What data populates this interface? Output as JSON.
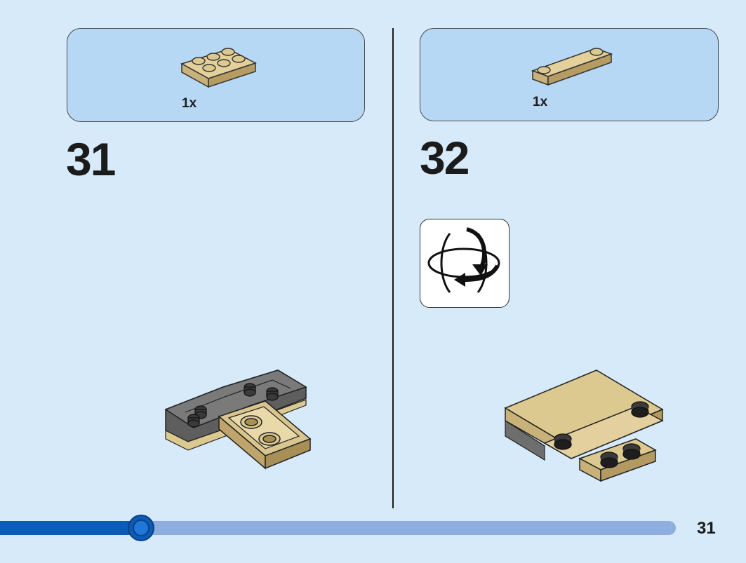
{
  "steps": [
    {
      "number": "31",
      "part_qty": "1x",
      "part": "tan-2x3-plate-icon"
    },
    {
      "number": "32",
      "part_qty": "1x",
      "part": "tan-1x4-tile-with-2-studs-icon"
    }
  ],
  "rotate_icon": "rotate-model-icon",
  "page_number": "31",
  "progress": {
    "fraction": 0.19
  },
  "colors": {
    "background": "#d6eaf9",
    "parts_box": "#b7d8f5",
    "tan": "#dcc98f",
    "dark_gray": "#6b6b6b",
    "progress_fill": "#0a5cb8",
    "progress_track": "#8eaedf"
  }
}
